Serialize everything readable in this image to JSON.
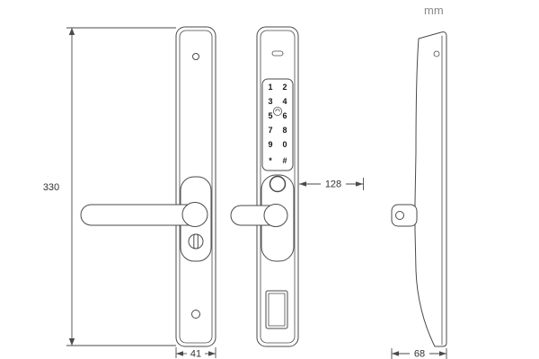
{
  "unit_label": "mm",
  "dimensions": {
    "height": "330",
    "width": "41",
    "length": "128",
    "depth": "68"
  },
  "keypad": {
    "keys": [
      "1",
      "2",
      "3",
      "4",
      "5",
      "6",
      "7",
      "8",
      "9",
      "0",
      "*",
      "#"
    ]
  },
  "colors": {
    "line": "#4a4a4a",
    "dim": "#4a4a4a",
    "text": "#333333",
    "muted": "#8a8a8a"
  }
}
